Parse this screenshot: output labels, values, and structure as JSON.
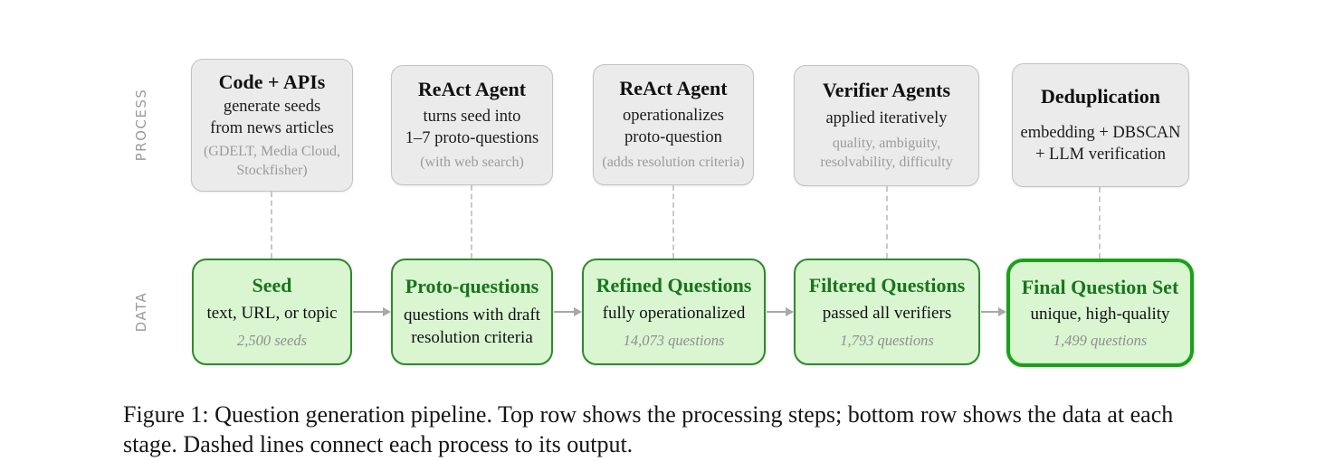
{
  "figure": {
    "row_labels": {
      "process": "PROCESS",
      "data": "DATA"
    },
    "process_boxes": [
      {
        "title": "Code + APIs",
        "body": "generate seeds\nfrom news articles",
        "note": "(GDELT, Media Cloud,\nStockfisher)"
      },
      {
        "title": "ReAct Agent",
        "body": "turns seed into\n1–7 proto-questions",
        "note": "(with web search)"
      },
      {
        "title": "ReAct Agent",
        "body": "operationalizes\nproto-question",
        "note": "(adds resolution criteria)"
      },
      {
        "title": "Verifier Agents",
        "body": "applied iteratively",
        "note": "quality, ambiguity,\nresolvability, difficulty"
      },
      {
        "title": "Deduplication",
        "body": "embedding + DBSCAN\n+ LLM verification"
      }
    ],
    "data_boxes": [
      {
        "title": "Seed",
        "body": "text, URL, or topic",
        "stat": "2,500 seeds"
      },
      {
        "title": "Proto-questions",
        "body": "questions with draft\nresolution criteria"
      },
      {
        "title": "Refined Questions",
        "body": "fully operationalized",
        "stat": "14,073 questions"
      },
      {
        "title": "Filtered Questions",
        "body": "passed all verifiers",
        "stat": "1,793 questions"
      },
      {
        "title": "Final Question Set",
        "body": "unique, high-quality",
        "stat": "1,499 questions"
      }
    ],
    "caption": "Figure 1: Question generation pipeline. Top row shows the processing steps; bottom row shows the data at each stage. Dashed lines connect each process to its output."
  },
  "colors": {
    "process_box_fill": "#ebebeb",
    "process_box_border": "#c2c2c2",
    "data_box_fill": "#d9f6d1",
    "data_box_border": "#2a8c2a",
    "final_box_border": "#13a513",
    "data_title_green": "#17761a",
    "muted_text": "#9b9b9b",
    "arrow_gray": "#a8a8a8",
    "dashed_line_gray": "#c9c9c9"
  }
}
